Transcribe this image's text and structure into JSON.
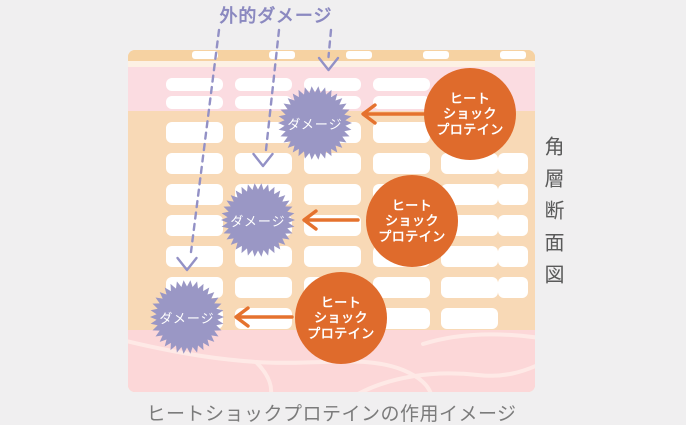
{
  "labels": {
    "external_damage": "外的ダメージ",
    "cross_section": "角層断面図",
    "caption": "ヒートショックプロテインの作用イメージ"
  },
  "damage_stars": [
    {
      "label": "ダメージ"
    },
    {
      "label": "ダメージ"
    },
    {
      "label": "ダメージ"
    }
  ],
  "hsp_circles": [
    {
      "line1": "ヒート",
      "line2": "ショック",
      "line3": "プロテイン"
    },
    {
      "line1": "ヒート",
      "line2": "ショック",
      "line3": "プロテイン"
    },
    {
      "line1": "ヒート",
      "line2": "ショック",
      "line3": "プロテイン"
    }
  ],
  "icons": {
    "damage-burst-icon": "spiky starburst badge",
    "downward-dashed-arrow-icon": "dashed arrow pointing down",
    "left-arrow-icon": "orange chevron arrow pointing left"
  },
  "colors": {
    "background": "#f0eff0",
    "panel_peach": "#f8d9b6",
    "surface_strip": "#f6d2a2",
    "pink_band": "#fbdce1",
    "dermis_pink": "#fcd7d8",
    "dermis_lines": "#fee9e6",
    "cell_white": "#ffffff",
    "hsp_orange": "#df6b2c",
    "arrow_orange": "#e5722e",
    "damage_purple": "#9a97c5",
    "dashed_purple": "#9391c6",
    "title_purple": "#8b89c0",
    "side_text": "#5a5a5a",
    "caption_text": "#7b7b7b"
  }
}
